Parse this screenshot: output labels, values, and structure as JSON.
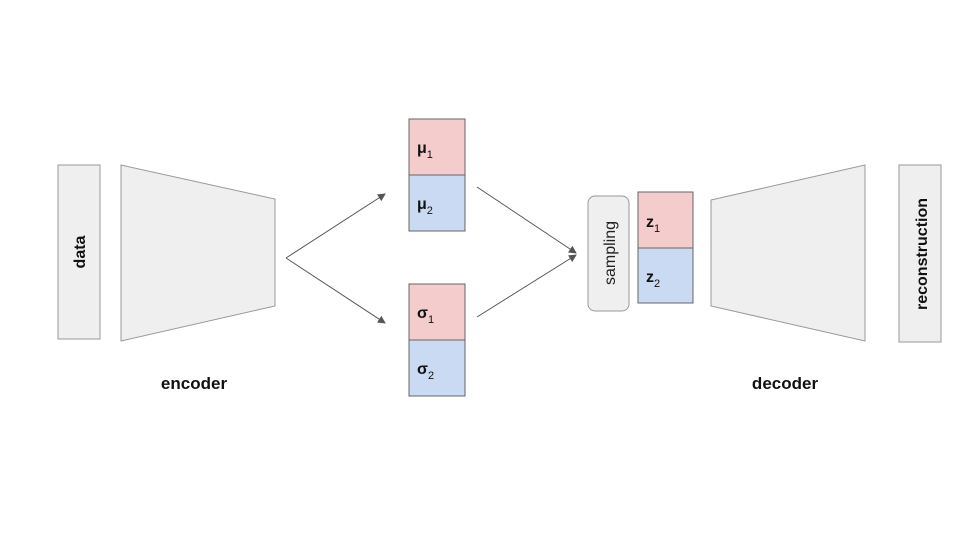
{
  "input_label": "data",
  "encoder_label": "encoder",
  "mu_cells": [
    {
      "symbol": "μ",
      "sub": "1",
      "color": "#f4cccc"
    },
    {
      "symbol": "μ",
      "sub": "2",
      "color": "#c9daf2"
    }
  ],
  "sigma_cells": [
    {
      "symbol": "σ",
      "sub": "1",
      "color": "#f4cccc"
    },
    {
      "symbol": "σ",
      "sub": "2",
      "color": "#c9daf2"
    }
  ],
  "sampling_label": "sampling",
  "z_cells": [
    {
      "symbol": "z",
      "sub": "1",
      "color": "#f4cccc"
    },
    {
      "symbol": "z",
      "sub": "2",
      "color": "#c9daf2"
    }
  ],
  "decoder_label": "decoder",
  "output_label": "reconstruction",
  "colors": {
    "block_fill": "#efefef",
    "block_stroke": "#999999",
    "arrow": "#555555"
  }
}
